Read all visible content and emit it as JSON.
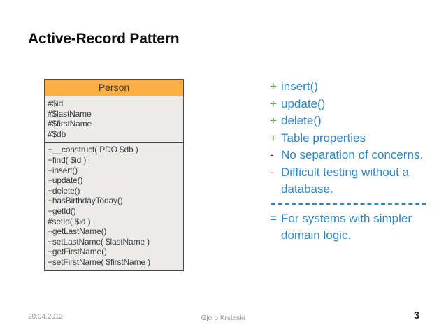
{
  "slide": {
    "title": "Active-Record Pattern"
  },
  "uml": {
    "class_name": "Person",
    "header_color": "#fbaf43",
    "body_color": "#ecebe9",
    "border_color": "#4a4a4a",
    "attributes": [
      "#$id",
      "#$lastName",
      "#$firstName",
      "#$db"
    ],
    "methods": [
      "+__construct( PDO $db )",
      "+find( $id )",
      "+insert()",
      "+update()",
      "+delete()",
      "+hasBirthdayToday()",
      "+getId()",
      "#setId( $id )",
      "+getLastName()",
      "+setLastName( $lastName )",
      "+getFirstName()",
      "+setFirstName( $firstName )"
    ]
  },
  "points": {
    "text_color": "#2e86c4",
    "plus_color": "#4ea72e",
    "minus_color": "#c0192b",
    "items": [
      {
        "marker": "+",
        "kind": "plus",
        "text": "insert()"
      },
      {
        "marker": "+",
        "kind": "plus",
        "text": "update()"
      },
      {
        "marker": "+",
        "kind": "plus",
        "text": "delete()"
      },
      {
        "marker": "+",
        "kind": "plus",
        "text": "Table properties"
      },
      {
        "marker": "-",
        "kind": "minus",
        "text": "No separation of concerns."
      },
      {
        "marker": "-",
        "kind": "minus",
        "text": "Difficult testing without a database."
      }
    ],
    "separator": "--------------------------------",
    "conclusion": {
      "marker": "=",
      "kind": "eq",
      "text": "For systems with simpler domain logic."
    }
  },
  "footer": {
    "date": "20.04.2012",
    "author": "Gjero Krsteski",
    "page_number": "3"
  }
}
